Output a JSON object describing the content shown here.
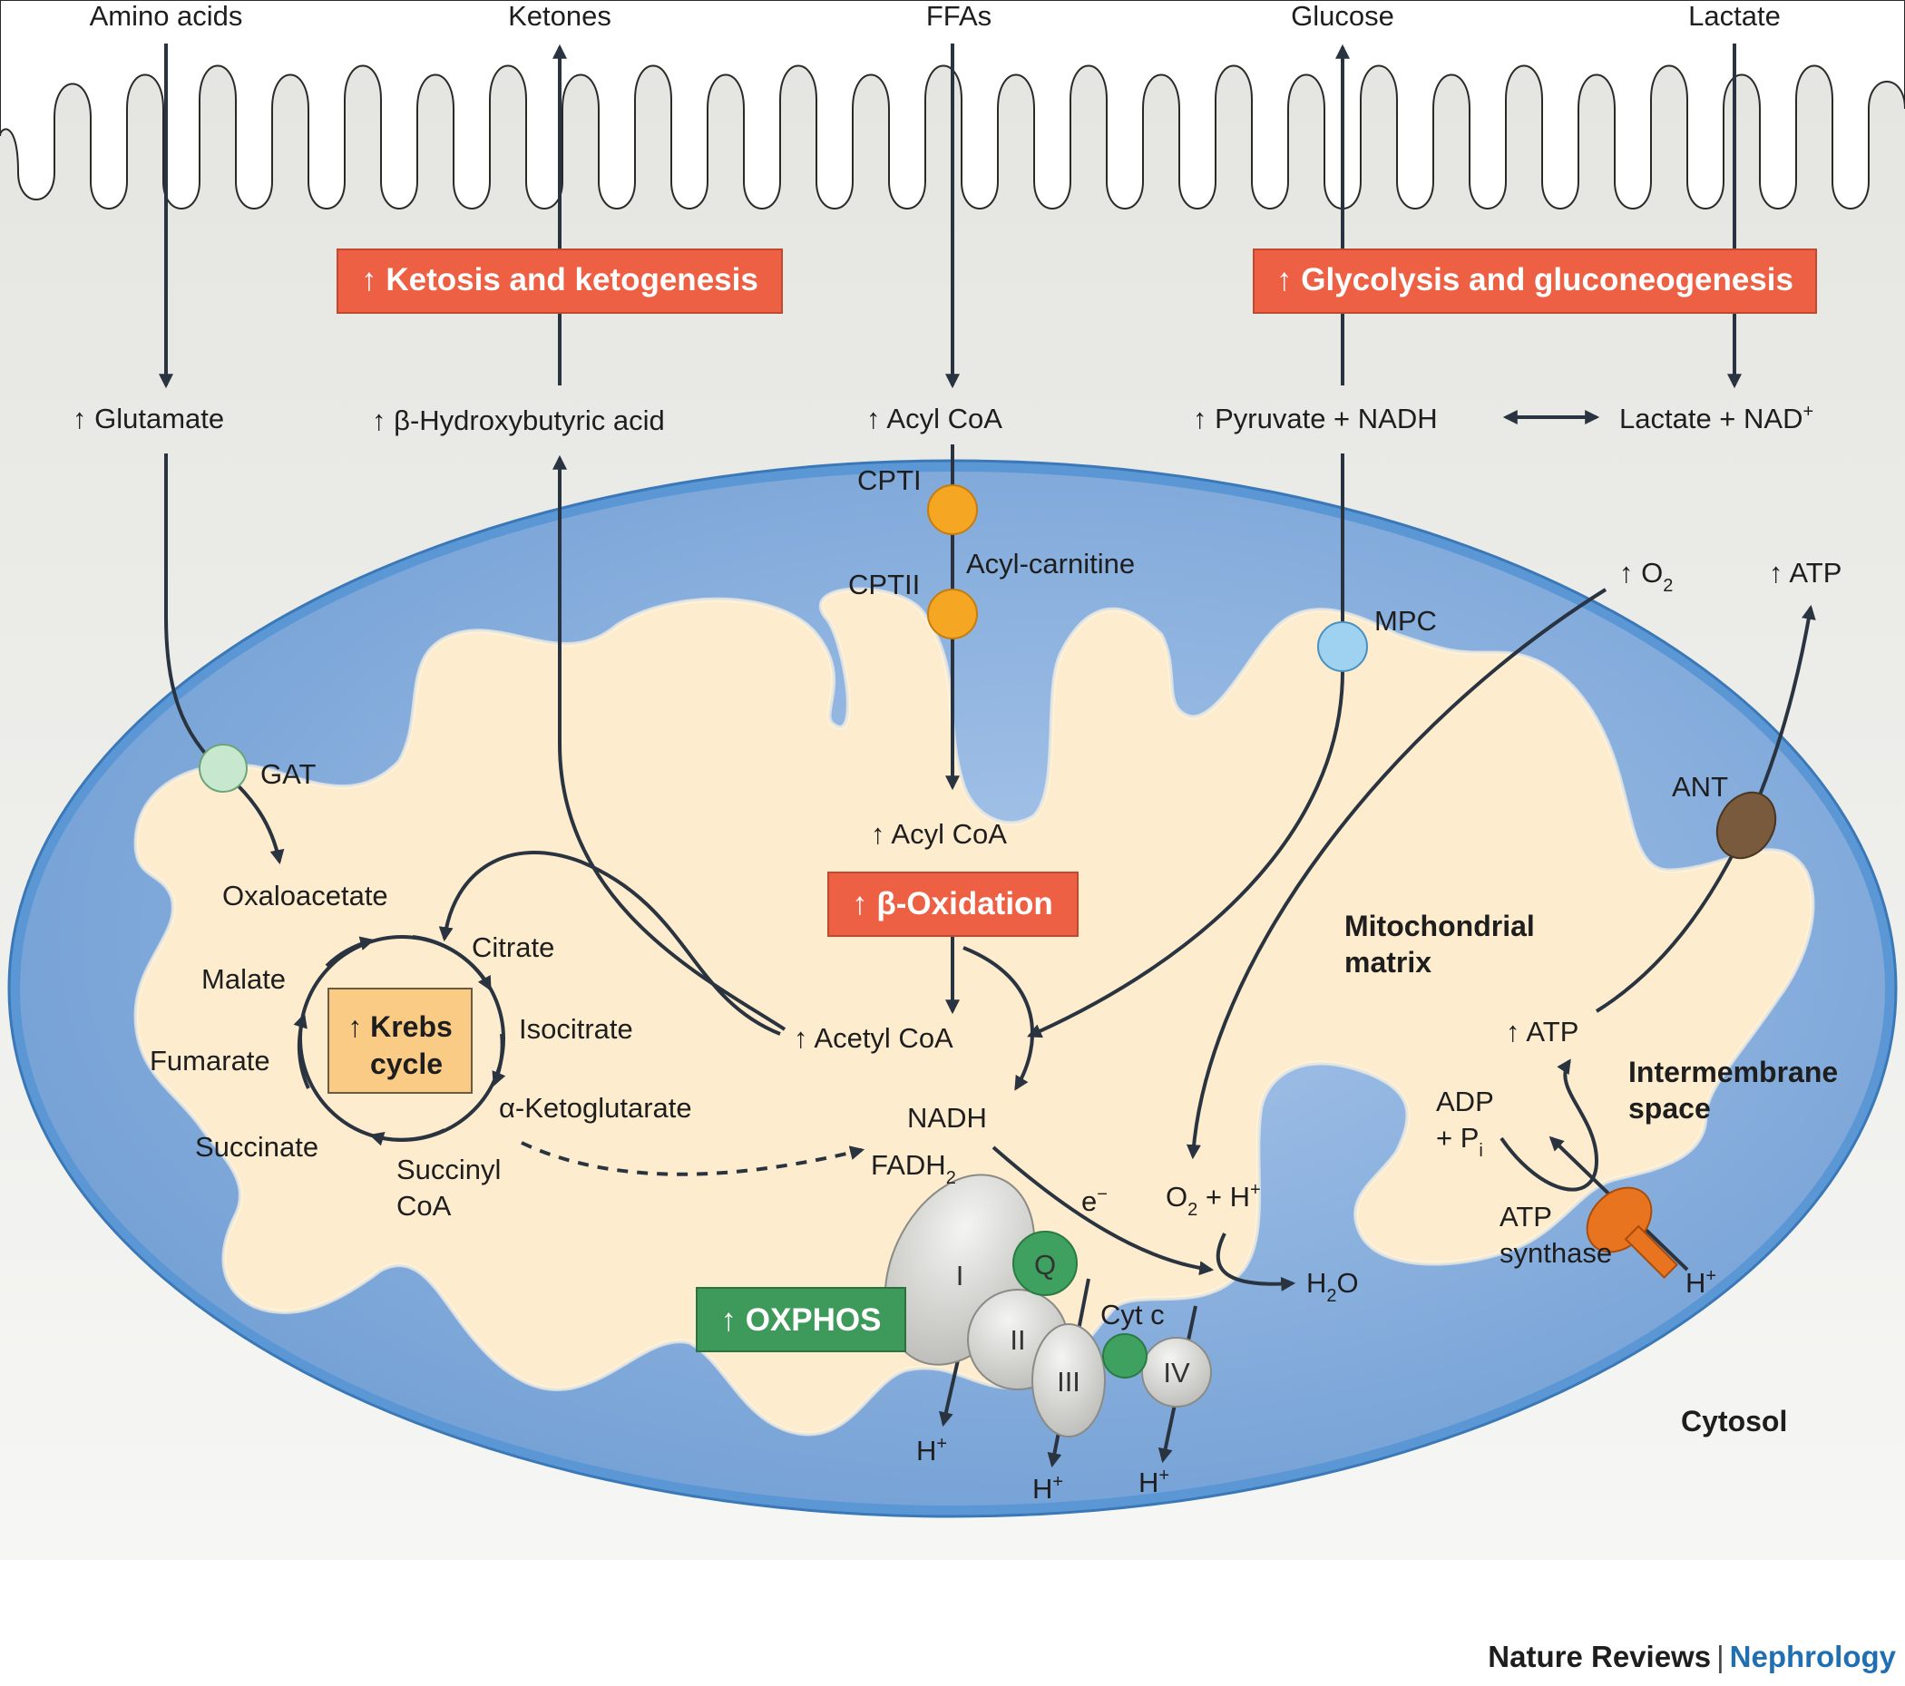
{
  "diagram": {
    "extracellular": {
      "amino_acids": "Amino acids",
      "ketones": "Ketones",
      "ffas": "FFAs",
      "glucose": "Glucose",
      "lactate": "Lactate"
    },
    "boxes": {
      "ketosis": "↑ Ketosis and ketogenesis",
      "glycolysis": "↑ Glycolysis and gluconeogenesis",
      "beta_oxidation": "↑ β-Oxidation",
      "oxphos": "↑ OXPHOS",
      "krebs_line1": "↑ Krebs",
      "krebs_line2": "cycle"
    },
    "cytosol_metabolites": {
      "glutamate": "↑ Glutamate",
      "bhb": "↑ β-Hydroxybutyric acid",
      "acyl_coa": "↑ Acyl CoA",
      "pyruvate_nadh": "↑ Pyruvate + NADH",
      "lactate_nad": "Lactate + NAD",
      "lactate_nad_sup": "+"
    },
    "transporters": {
      "cpt1": "CPTI",
      "cpt2": "CPTII",
      "acyl_carnitine": "Acyl-carnitine",
      "mpc": "MPC",
      "gat": "GAT",
      "ant": "ANT"
    },
    "outer_labels": {
      "o2": "↑ O",
      "o2_sub": "2",
      "atp": "↑ ATP"
    },
    "krebs": {
      "oxaloacetate": "Oxaloacetate",
      "citrate": "Citrate",
      "isocitrate": "Isocitrate",
      "a_ketoglutarate": "α-Ketoglutarate",
      "succinyl": "Succinyl",
      "coa": "CoA",
      "succinate": "Succinate",
      "fumarate": "Fumarate",
      "malate": "Malate"
    },
    "matrix": {
      "acyl_coa": "↑ Acyl CoA",
      "acetyl_coa": "↑ Acetyl CoA",
      "nadh": "NADH",
      "fadh": "FADH",
      "fadh_sub": "2",
      "electron": "e",
      "electron_sup": "−",
      "o2_h": "O",
      "o2_h_sub": "2",
      "o2_h_rest": " + H",
      "o2_h_sup": "+",
      "h2o_h": "H",
      "h2o_sub": "2",
      "h2o_o": "O",
      "matrix_line1": "Mitochondrial",
      "matrix_line2": "matrix",
      "atp": "↑ ATP",
      "adp": "ADP",
      "pi": "+ P",
      "pi_sub": "i",
      "atp_synthase_line1": "ATP",
      "atp_synthase_line2": "synthase"
    },
    "complexes": {
      "c1": "I",
      "q": "Q",
      "c2": "II",
      "c3": "III",
      "c4": "IV",
      "cytc": "Cyt c",
      "proton": "H",
      "proton_sup": "+"
    },
    "regions": {
      "ims_line1": "Intermembrane",
      "ims_line2": "space",
      "cytosol": "Cytosol"
    }
  },
  "footer": {
    "publisher": "Nature Reviews",
    "separator": "|",
    "journal": "Nephrology"
  },
  "colors": {
    "box_red": "#ee6044",
    "box_green": "#3e9a5a",
    "krebs_fill": "#f9cb85",
    "matrix_fill": "#fdeccd",
    "ims_blue": "#86acd8",
    "membrane_outer": "#4c8fd0",
    "cpt_orange": "#f5a623",
    "mpc_blue": "#9ed2f0",
    "gat_green": "#c7e8cf",
    "ant_brown": "#7a5a3c",
    "atp_synthase_orange": "#e8741f"
  }
}
